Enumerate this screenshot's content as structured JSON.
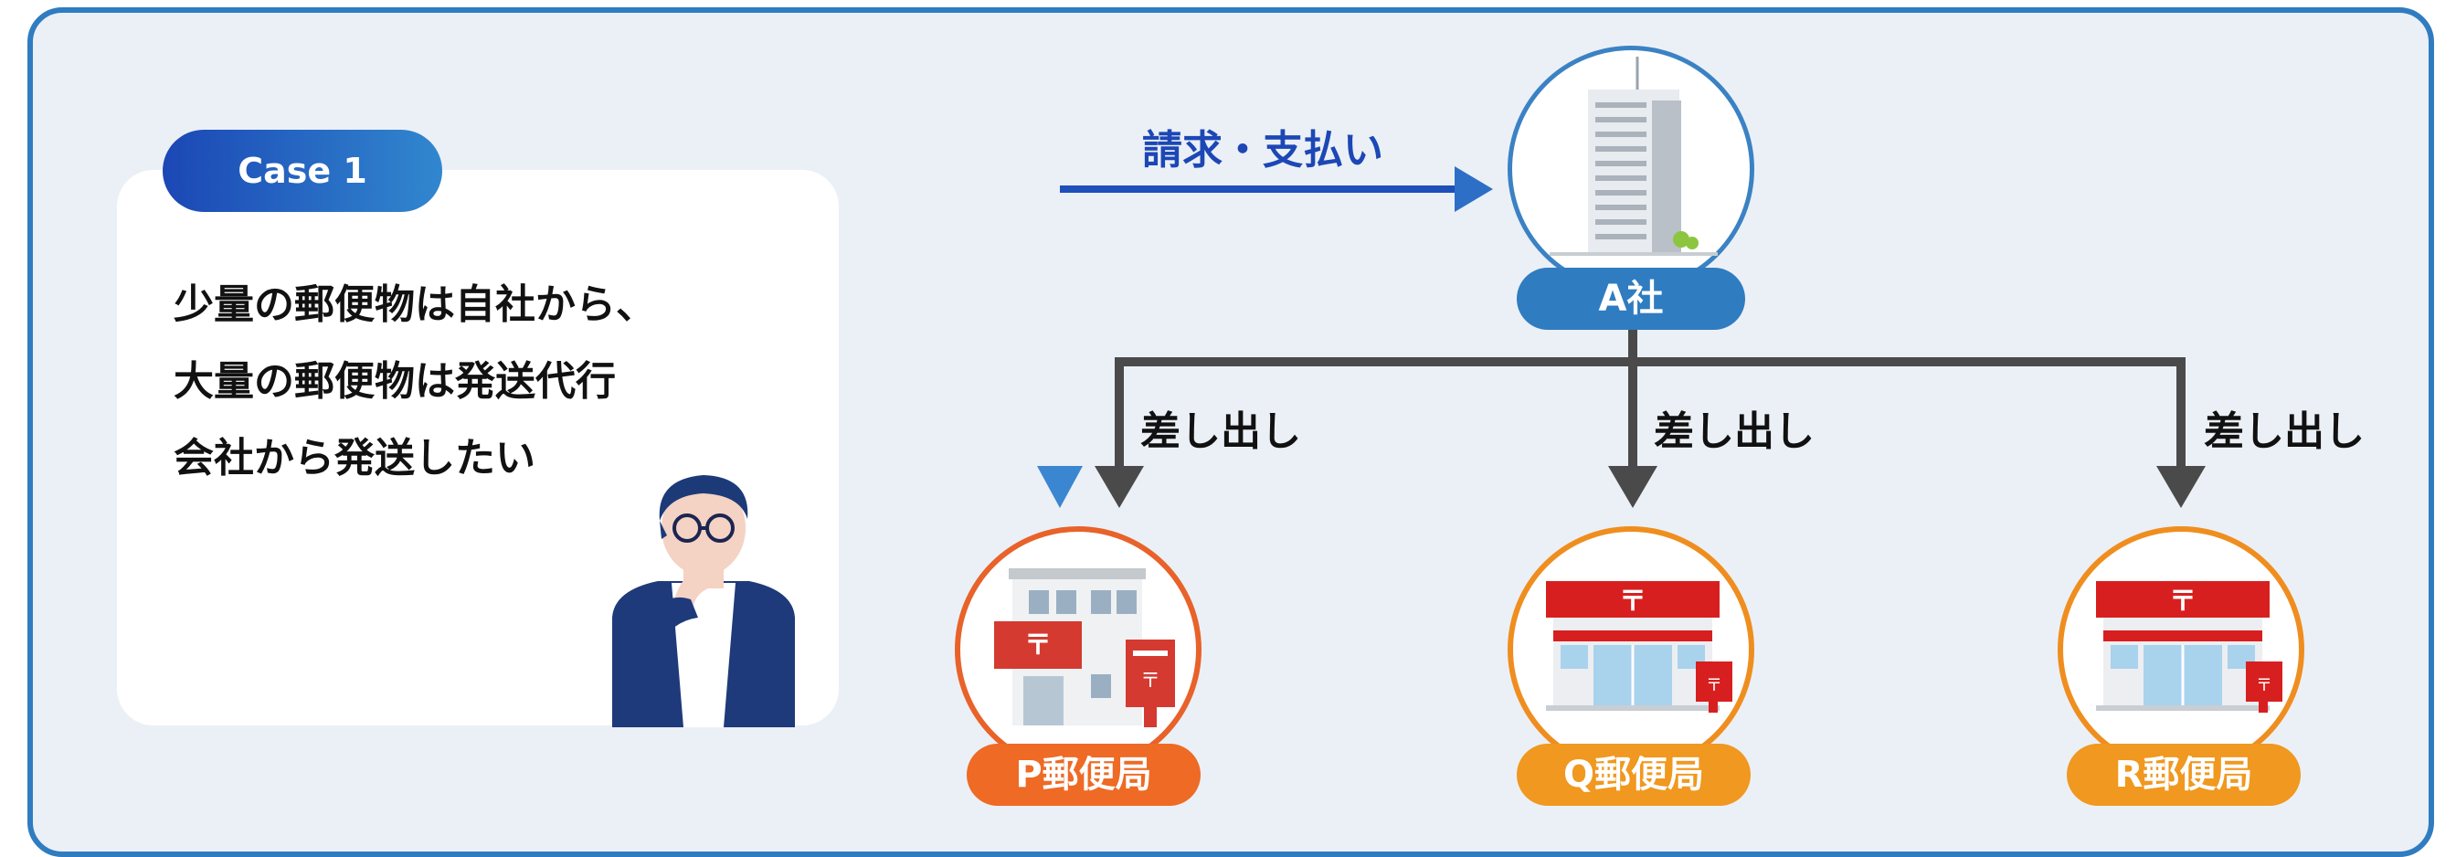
{
  "case": {
    "badge": "Case 1",
    "lines": [
      "少量の郵便物は自社から、",
      "大量の郵便物は発送代行",
      "会社から発送したい"
    ]
  },
  "company": {
    "label": "A社"
  },
  "flow": {
    "label": "請求・支払い"
  },
  "dispatch": {
    "label": "差し出し"
  },
  "offices": [
    {
      "label": "P郵便局"
    },
    {
      "label": "Q郵便局"
    },
    {
      "label": "R郵便局"
    }
  ],
  "colors": {
    "frame": "#2f7cc1",
    "background": "#ebf0f6",
    "accent_blue": "#1c47b5",
    "arrow_gray": "#4a4a4a",
    "orange": "#f0981f",
    "red_orange": "#ee6a25"
  }
}
